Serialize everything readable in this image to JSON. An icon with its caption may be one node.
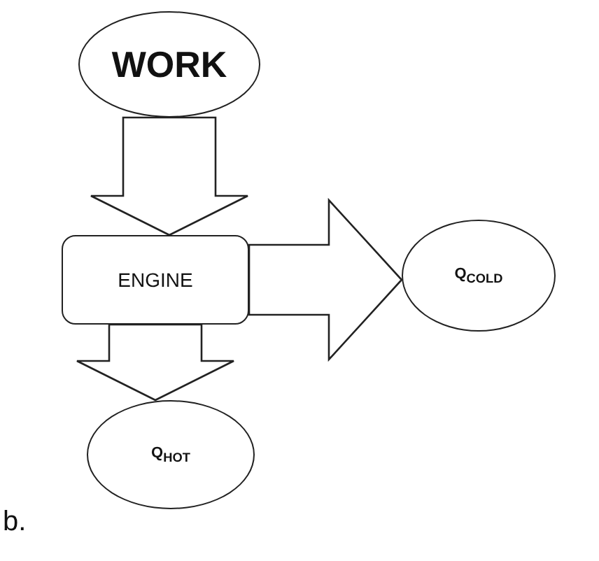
{
  "diagram": {
    "nodes": [
      {
        "text": [
          "WORK"
        ]
      },
      {
        "text": [
          "ENGINE"
        ]
      },
      {
        "text": [
          "Q$_{COLD}$"
        ]
      },
      {
        "text": [
          "Q$_{HOT}$"
        ]
      }
    ],
    "edges": [
      {
        "from": 0,
        "to": 1,
        "arrow": "to"
      },
      {
        "from": 1,
        "to": 2,
        "arrow": "to"
      },
      {
        "from": 1,
        "to": 3,
        "arrow": "to"
      }
    ],
    "labels": [
      "b."
    ]
  }
}
